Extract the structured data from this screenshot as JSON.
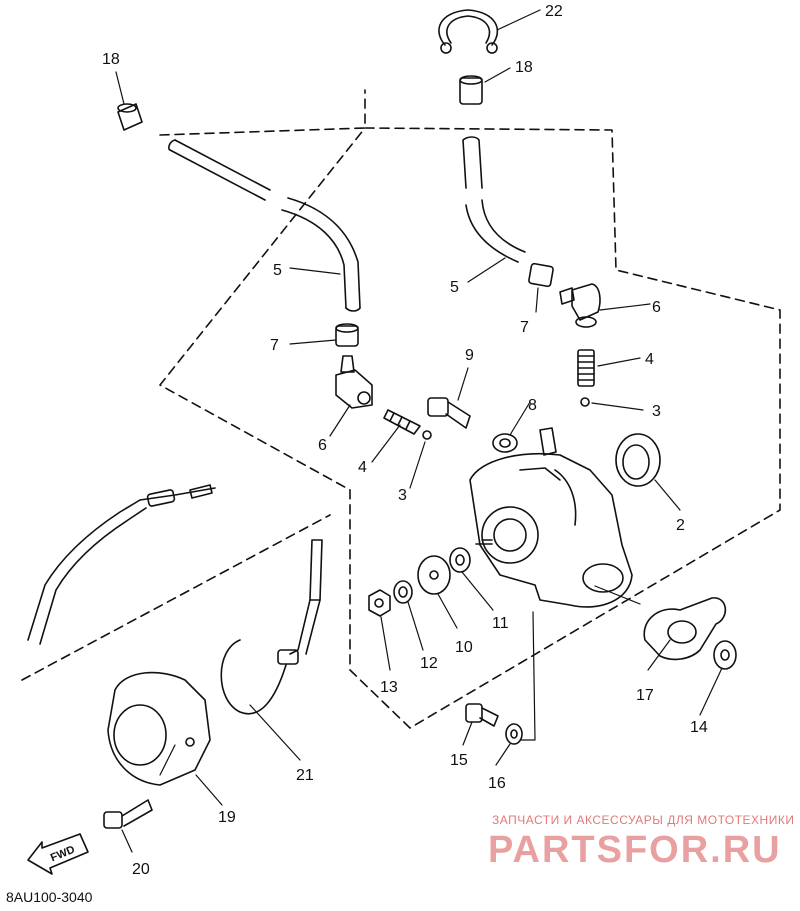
{
  "diagram": {
    "part_code": "8AU100-3040",
    "fwd_label": "FWD",
    "labels": [
      "22",
      "18",
      "18",
      "5",
      "5",
      "7",
      "7",
      "6",
      "6",
      "4",
      "4",
      "3",
      "3",
      "9",
      "8",
      "2",
      "11",
      "10",
      "12",
      "13",
      "17",
      "14",
      "15",
      "16",
      "21",
      "19",
      "20"
    ]
  },
  "watermark": {
    "caption": "ЗАПЧАСТИ И АКСЕССУАРЫ ДЛЯ МОТОТЕХНИКИ",
    "brand": "PARTSFOR.RU"
  }
}
